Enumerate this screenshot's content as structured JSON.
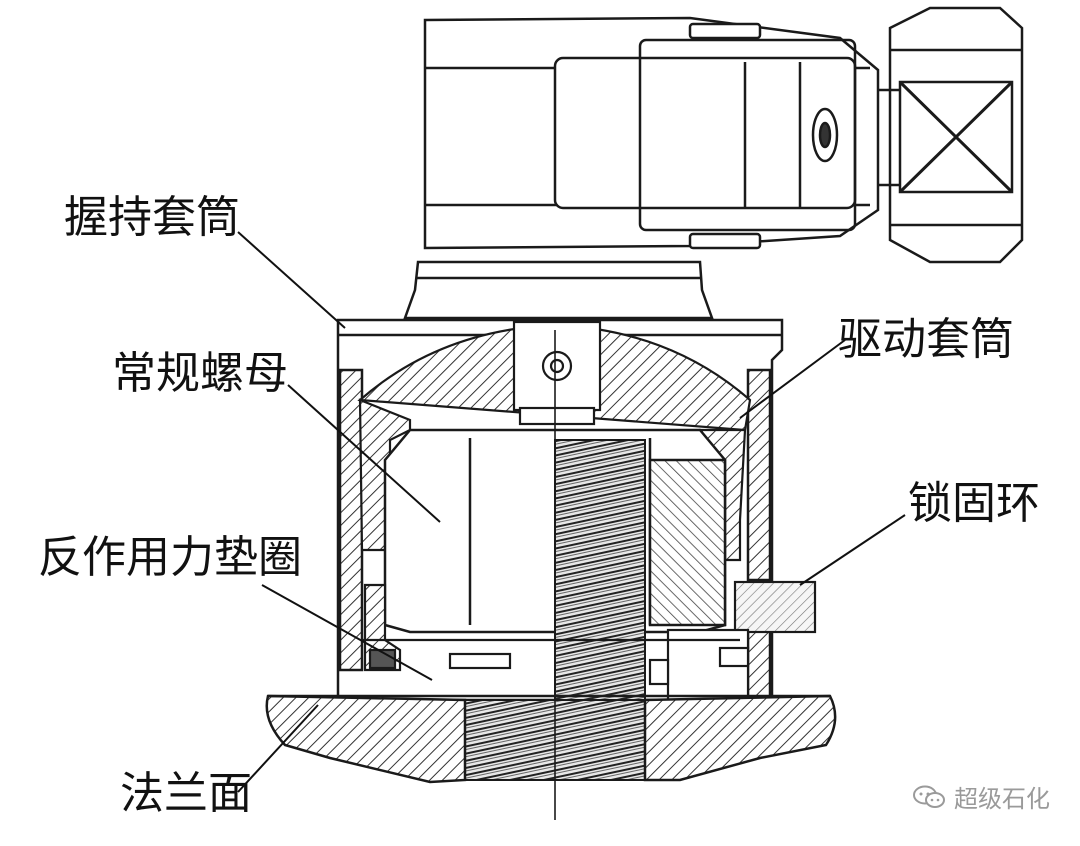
{
  "labels": {
    "holding_socket": "握持套筒",
    "drive_socket": "驱动套筒",
    "regular_nut": "常规螺母",
    "locking_ring": "锁固环",
    "reaction_washer": "反作用力垫圈",
    "flange_face": "法兰面"
  },
  "watermark": {
    "text": "超级石化",
    "icon": "wechat-icon"
  }
}
